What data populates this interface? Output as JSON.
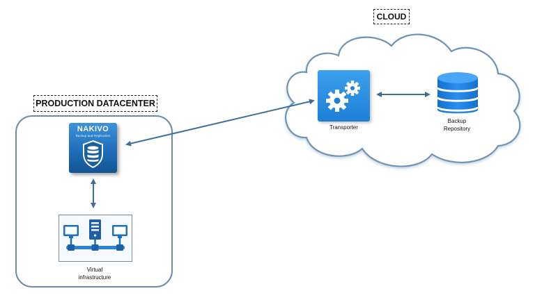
{
  "labels": {
    "cloud": "CLOUD",
    "production_datacenter": "PRODUCTION DATACENTER"
  },
  "nodes": {
    "nakivo": {
      "brand": "NAKIVO",
      "subtitle": "Backup and Replication",
      "icon": "database-shield-icon"
    },
    "transporter": {
      "caption": "Transporter",
      "icon": "gears-icon"
    },
    "backup_repository": {
      "caption_line1": "Backup",
      "caption_line2": "Repository",
      "icon": "database-icon"
    },
    "virtual_infrastructure": {
      "caption_line1": "Virtual",
      "caption_line2": "infrastructure",
      "icon": "network-servers-icon"
    }
  },
  "connections": [
    {
      "from": "nakivo",
      "to": "transporter",
      "direction": "both"
    },
    {
      "from": "transporter",
      "to": "backup_repository",
      "direction": "both"
    },
    {
      "from": "nakivo",
      "to": "virtual_infrastructure",
      "direction": "both"
    }
  ],
  "colors": {
    "accent_blue": "#1e7fd6",
    "arrow": "#3d6f9c",
    "outline": "#6a8dac"
  }
}
